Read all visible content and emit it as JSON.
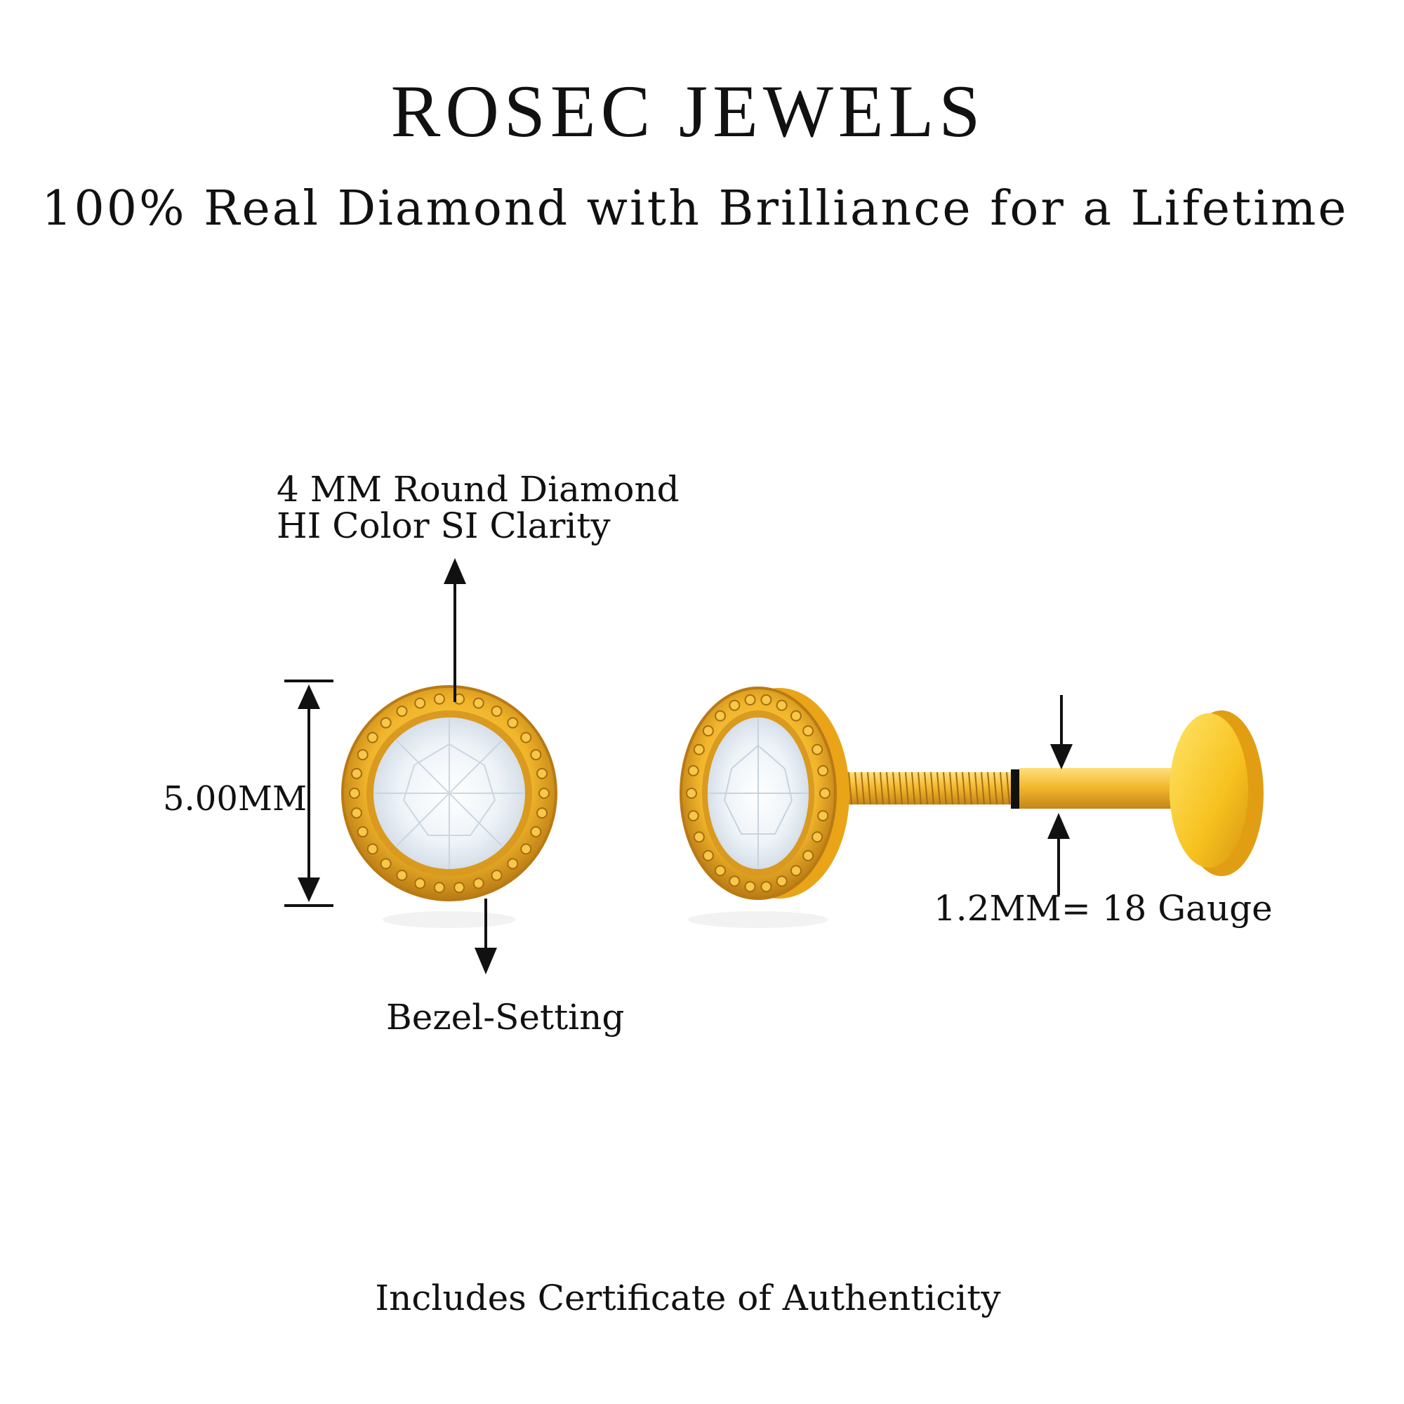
{
  "brand": "ROSEC JEWELS",
  "tagline": "100% Real Diamond with Brilliance for a Lifetime",
  "annotations": {
    "stone_line1": "4 MM Round Diamond",
    "stone_line2": "HI Color SI Clarity",
    "size": "5.00MM",
    "setting": "Bezel-Setting",
    "gauge": "1.2MM= 18 Gauge"
  },
  "footer": "Includes Certificate of Authenticity",
  "colors": {
    "gold": "#f0b52a",
    "gold_dark": "#c4861a",
    "gold_light": "#ffe07a",
    "diamond": "#eef3f8",
    "text": "#111111"
  },
  "icons": [
    "arrow-up-icon",
    "arrow-down-icon",
    "dimension-arrow-icon"
  ]
}
